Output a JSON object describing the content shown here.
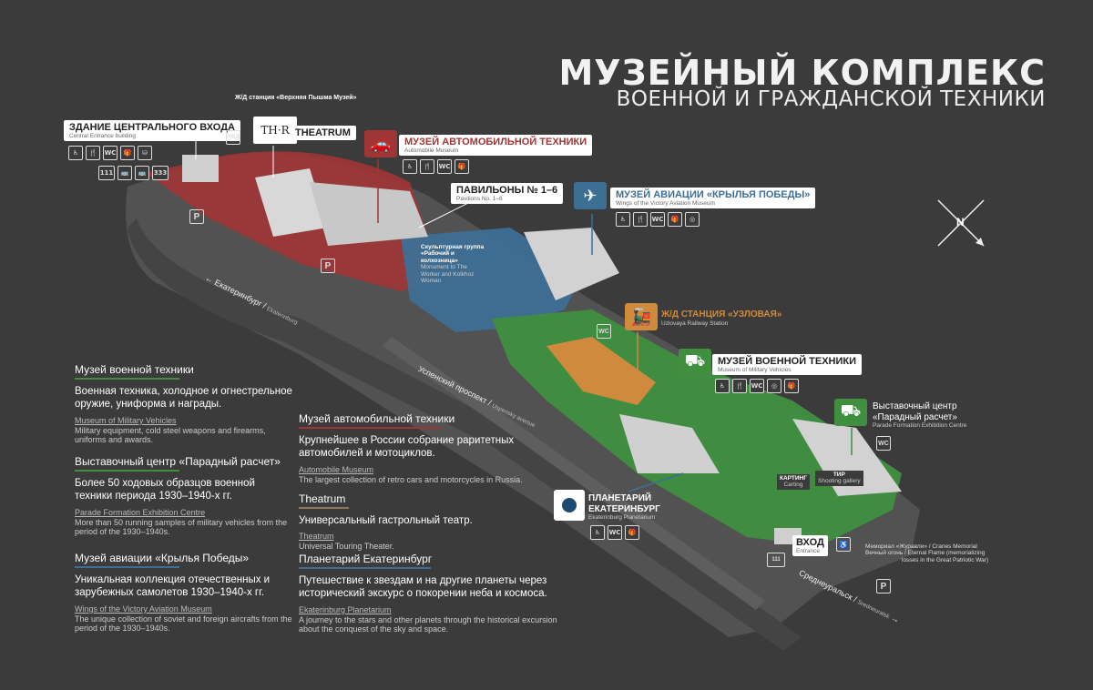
{
  "title": {
    "main": "МУЗЕЙНЫЙ КОМПЛЕКС",
    "sub": "ВОЕННОЙ И ГРАЖДАНСКОЙ ТЕХНИКИ"
  },
  "colors": {
    "background": "#3b3b3b",
    "red_zone": "#a03535",
    "blue_zone": "#3d6f95",
    "green_zone": "#3f8f3f",
    "orange_zone": "#d08a3e",
    "road": "#4a4a4a"
  },
  "labels": {
    "central_entrance": {
      "ru": "ЗДАНИЕ ЦЕНТРАЛЬНОГО ВХОДА",
      "en": "Central Entrance building"
    },
    "railway_station_top": "Ж/Д станция «Верхняя Пышма Музей»",
    "theatrum": {
      "logo": "TH·R",
      "ru": "THEATRUM"
    },
    "auto_museum": {
      "ru": "МУЗЕЙ АВТОМОБИЛЬНОЙ ТЕХНИКИ",
      "en": "Automobile Museum"
    },
    "pavilions": {
      "ru": "ПАВИЛЬОНЫ № 1–6",
      "en": "Pavilions No. 1–6"
    },
    "aviation_museum": {
      "ru": "МУЗЕЙ АВИАЦИИ «КРЫЛЬЯ ПОБЕДЫ»",
      "en": "Wings of the Victory Aviation Museum"
    },
    "sculpture": {
      "ru": "Скульптурная группа «Рабочий и колхозница»",
      "en": "Monument to The Worker and Kolkhoz Woman"
    },
    "uzlovaya": {
      "ru": "Ж/Д СТАНЦИЯ «УЗЛОВАЯ»",
      "en": "Uzlovaya Railway Station"
    },
    "military_museum": {
      "ru": "МУЗЕЙ ВОЕННОЙ ТЕХНИКИ",
      "en": "Museum of Military Vehicles"
    },
    "parade_centre": {
      "ru1": "Выставочный центр",
      "ru2": "«Парадный расчет»",
      "en": "Parade Formation Exhibition Centre"
    },
    "karting": {
      "ru": "КАРТИНГ",
      "en": "Carting"
    },
    "tir": {
      "ru": "ТИР",
      "en": "Shooting gallery"
    },
    "planetarium": {
      "ru1": "ПЛАНЕТАРИЙ",
      "ru2": "ЕКАТЕРИНБУРГ",
      "en": "Ekaterinburg Planetarium"
    },
    "entrance": {
      "ru": "ВХОД",
      "en": "Entrance"
    },
    "cranes": {
      "l1": "Мемориал «Журавли» / Cranes Memorial",
      "l2": "Вечный огонь / Eternal Flame (memorializing",
      "l3": "losses in the Great Patriotic War)"
    }
  },
  "icons": {
    "wc": "WC",
    "parking": "P",
    "bus_111": "111",
    "bus_333": "333",
    "rzd": "РЖД"
  },
  "roads": {
    "ekaterinburg": {
      "ru": "Екатеринбург",
      "en": "Ekaterinburg"
    },
    "uspensky": {
      "ru": "Успенский проспект",
      "en": "Uspensky avenue"
    },
    "sredneuralsk": {
      "ru": "Среднеуральск",
      "en": "Sredneuralsk"
    }
  },
  "legend": [
    {
      "title": "Музей военной техники",
      "color": "#3f8f3f",
      "desc": "Военная техника, холодное и огнестрельное оружие, униформа и награды.",
      "en_title": "Museum of Military Vehicles",
      "en_desc": "Military equipment, cold steel weapons and firearms, uniforms and awards."
    },
    {
      "title": "Выставочный центр «Парадный расчет»",
      "color": "#3f8f3f",
      "desc": "Более 50 ходовых образцов военной техники периода 1930–1940-х гг.",
      "en_title": "Parade Formation Exhibition Centre",
      "en_desc": "More than 50 running samples of military vehicles from the period of the 1930–1940s."
    },
    {
      "title": "Музей авиации «Крылья Победы»",
      "color": "#3d6f95",
      "desc": "Уникальная коллекция отечественных и зарубежных самолетов 1930–1940-х гг.",
      "en_title": "Wings of the Victory Aviation Museum",
      "en_desc": "The unique collection of soviet and foreign aircrafts from the period of the 1930–1940s."
    },
    {
      "title": "Музей автомобильной техники",
      "color": "#a03535",
      "desc": "Крупнейшее в России собрание раритетных автомобилей и мотоциклов.",
      "en_title": "Automobile Museum",
      "en_desc": "The largest collection of retro cars and motorcycles in Russia."
    },
    {
      "title": "Theatrum",
      "color": "#8a7a55",
      "desc": "Универсальный гастрольный театр.",
      "en_title": "Theatrum",
      "en_desc": "Universal Touring Theater."
    },
    {
      "title": "Планетарий Екатеринбург",
      "color": "#3d6f95",
      "desc": "Путешествие к звездам и на другие планеты через исторический экскурс о покорении неба и космоса.",
      "en_title": "Ekaterinburg Planetarium",
      "en_desc": "A journey to the stars and other planets through the historical excursion about the conquest of the sky and space."
    }
  ],
  "compass": "N"
}
